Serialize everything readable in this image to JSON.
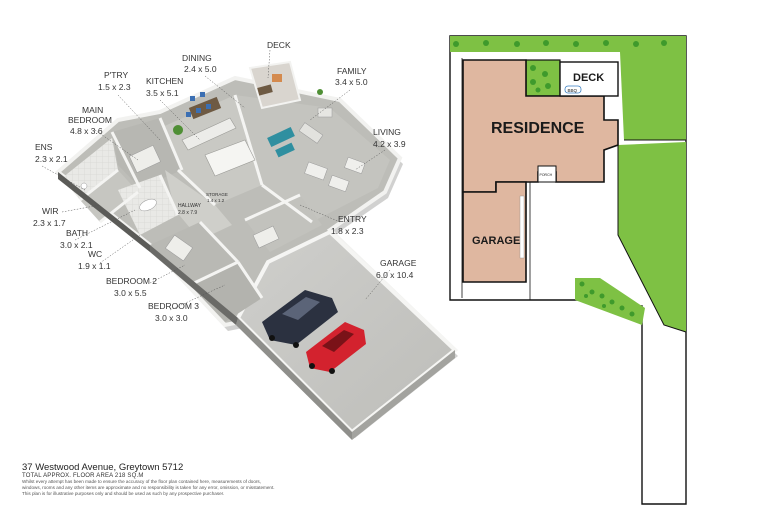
{
  "rooms": {
    "dining": {
      "name": "DINING",
      "dim": "2.4 x 5.0"
    },
    "deck": {
      "name": "DECK"
    },
    "family": {
      "name": "FAMILY",
      "dim": "3.4 x 5.0"
    },
    "pantry": {
      "name": "P'TRY",
      "dim": "1.5 x 2.3"
    },
    "kitchen": {
      "name": "KITCHEN",
      "dim": "3.5 x 5.1"
    },
    "main_bedroom": {
      "name1": "MAIN",
      "name2": "BEDROOM",
      "dim": "4.8 x 3.6"
    },
    "living": {
      "name": "LIVING",
      "dim": "4.2 x 3.9"
    },
    "ensuite": {
      "name": "ENS",
      "dim": "2.3 x 2.1"
    },
    "hallway": {
      "name": "HALLWAY",
      "dim": "2.8 x 7.9"
    },
    "storage": {
      "name": "STORAGE",
      "dim": "1.4 x 1.2"
    },
    "wir": {
      "name": "WIR",
      "dim": "2.3 x 1.7"
    },
    "entry": {
      "name": "ENTRY",
      "dim": "1.8 x 2.3"
    },
    "bath": {
      "name": "BATH",
      "dim": "3.0 x 2.1"
    },
    "wc": {
      "name": "WC",
      "dim": "1.9 x 1.1"
    },
    "garage": {
      "name": "GARAGE",
      "dim": "6.0 x 10.4"
    },
    "bedroom2": {
      "name": "BEDROOM 2",
      "dim": "3.0 x 5.5"
    },
    "bedroom3": {
      "name": "BEDROOM 3",
      "dim": "3.0 x 3.0"
    }
  },
  "site_plan": {
    "residence": "RESIDENCE",
    "garage": "GARAGE",
    "deck": "DECK",
    "bbq": "BBQ",
    "porch": "PORCH"
  },
  "footer": {
    "address": "37 Westwood Avenue, Greytown 5712",
    "total_area": "TOTAL APPROX. FLOOR AREA 218 SQ.M",
    "disclaimer1": "Whilst every attempt has been made to ensure the accuracy of the floor plan contained here, measurements of doors,",
    "disclaimer2": "windows, rooms and any other items are approximate and no responsibility is taken for any error, omission, or misstatement.",
    "disclaimer3": "This plan is for illustrative purposes only and should be used as such by any prospective purchaser."
  },
  "colors": {
    "floor": "#b9b9b4",
    "wall": "#f4f4f2",
    "residence": "#dfb7a0",
    "lawn": "#7ec144",
    "tree": "#3f9a2c",
    "car_dark": "#2b3140",
    "car_red": "#d3222e"
  }
}
